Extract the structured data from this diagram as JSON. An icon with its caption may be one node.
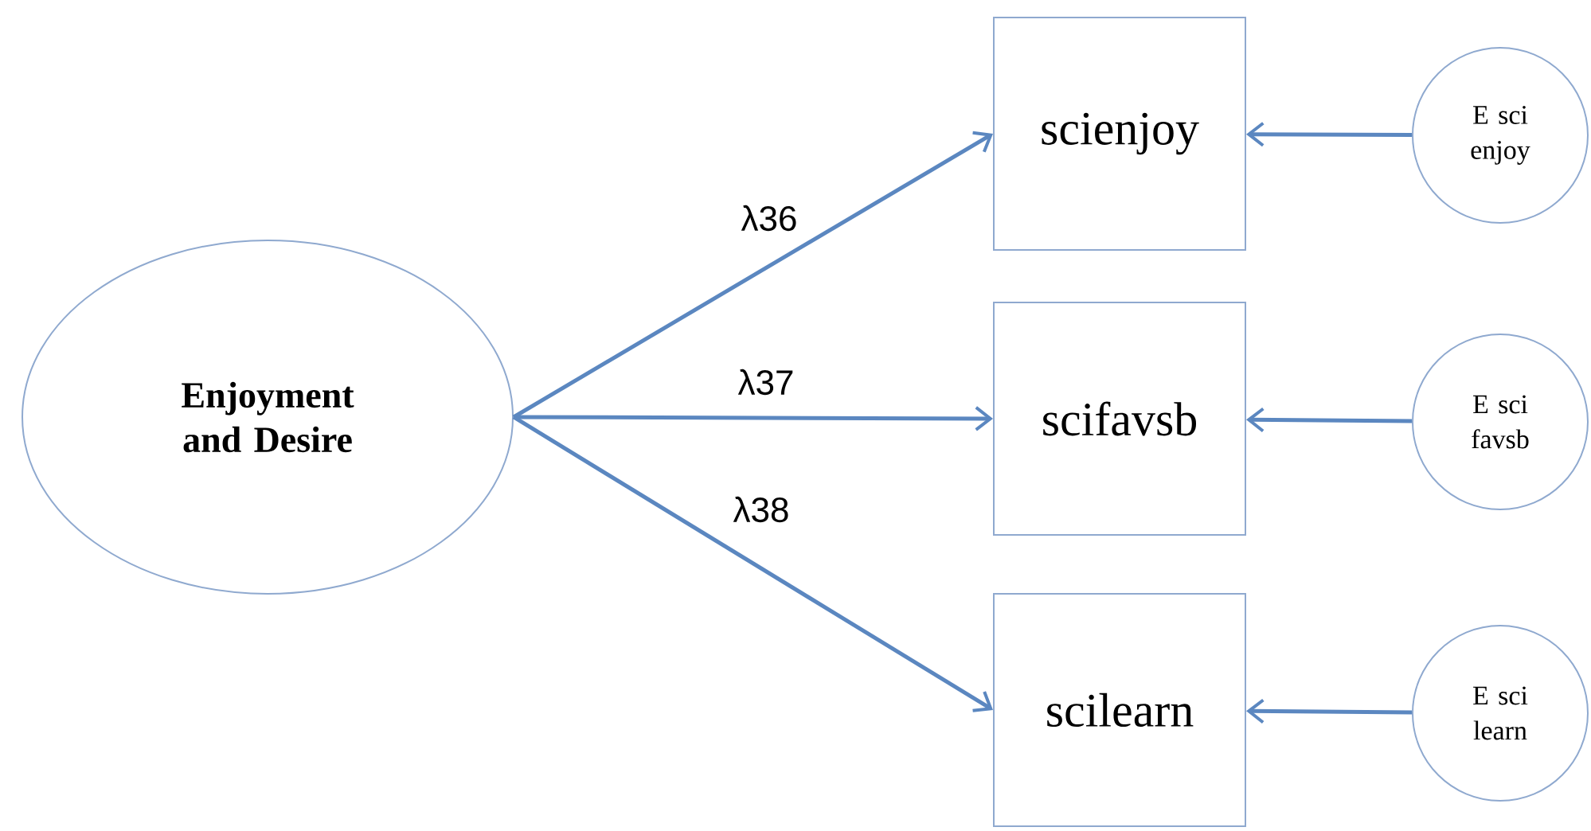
{
  "diagram": {
    "nodes": [
      {
        "text": [
          "Enjoyment and Desire"
        ]
      },
      {
        "text": [
          "scienjoy"
        ]
      },
      {
        "text": [
          "scifavsb"
        ]
      },
      {
        "text": [
          "scilearn"
        ]
      },
      {
        "text": [
          "E sci enjoy"
        ]
      },
      {
        "text": [
          "E sci favsb"
        ]
      },
      {
        "text": [
          "E sci learn"
        ]
      }
    ],
    "edges": [
      {
        "from": 0,
        "to": 1,
        "arrow": "to",
        "label": "λ36"
      },
      {
        "from": 0,
        "to": 2,
        "arrow": "to",
        "label": "λ37"
      },
      {
        "from": 0,
        "to": 3,
        "arrow": "to",
        "label": "λ38"
      },
      {
        "from": 4,
        "to": 1,
        "arrow": "to"
      },
      {
        "from": 5,
        "to": 2,
        "arrow": "to"
      },
      {
        "from": 6,
        "to": 3,
        "arrow": "to"
      }
    ]
  }
}
